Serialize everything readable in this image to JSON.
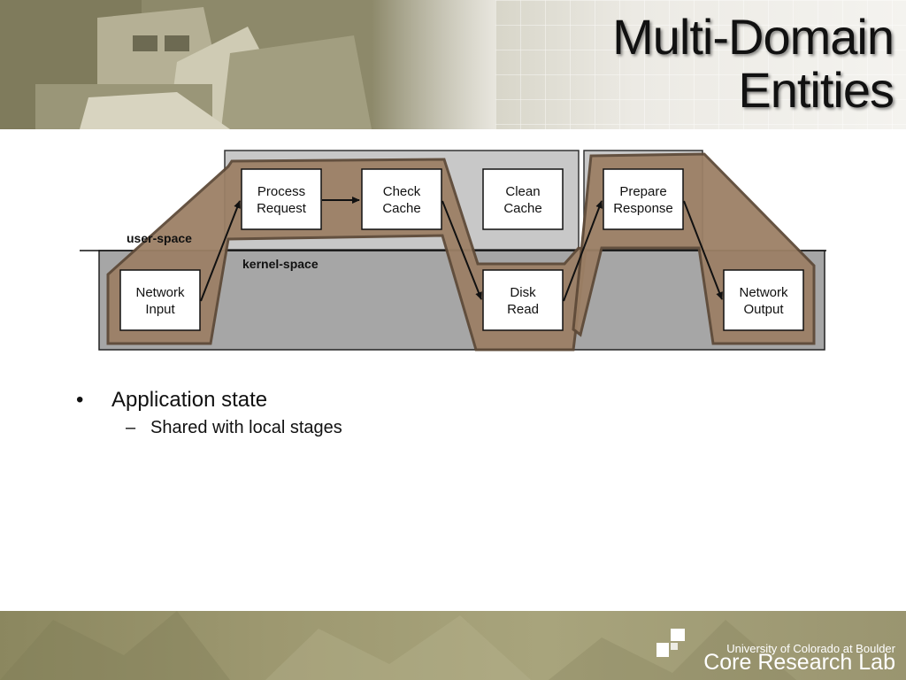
{
  "slide": {
    "title_line1": "Multi-Domain",
    "title_line2": "Entities"
  },
  "diagram": {
    "user_space_label": "user-space",
    "kernel_space_label": "kernel-space",
    "nodes": {
      "network_input": [
        "Network",
        "Input"
      ],
      "process_request": [
        "Process",
        "Request"
      ],
      "check_cache": [
        "Check",
        "Cache"
      ],
      "clean_cache": [
        "Clean",
        "Cache"
      ],
      "disk_read": [
        "Disk",
        "Read"
      ],
      "prepare_response": [
        "Prepare",
        "Response"
      ],
      "network_output": [
        "Network",
        "Output"
      ]
    },
    "colors": {
      "user_region": "#c8c8c8",
      "kernel_region": "#a6a6a6",
      "entity_band": "#5e4a38",
      "entity_fill": "#9c8066"
    }
  },
  "bullets": {
    "level1": {
      "mark": "•",
      "text": "Application state"
    },
    "level2": {
      "mark": "–",
      "text": "Shared with local stages"
    }
  },
  "footer": {
    "university": "University of Colorado at Boulder",
    "lab": "Core Research Lab"
  }
}
